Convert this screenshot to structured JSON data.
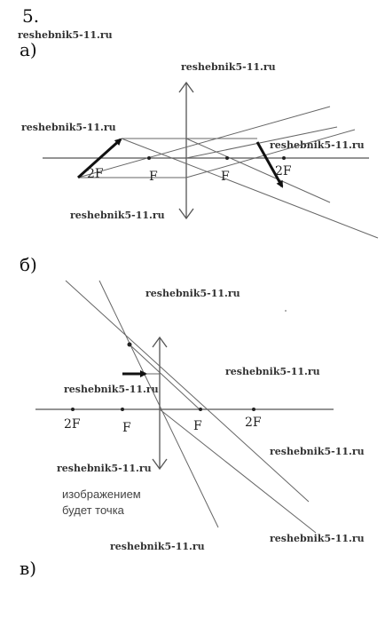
{
  "problem_number": "5.",
  "parts": {
    "a": {
      "label": "а)",
      "f_left": "F",
      "twof_left": "2F",
      "f_right": "F",
      "twof_right": "2F"
    },
    "b": {
      "label": "б)",
      "twof_left": "2F",
      "f_left": "F",
      "f_right": "F",
      "twof_right": "2F",
      "note_line1": "изображением",
      "note_line2": "будет точка"
    },
    "c": {
      "label": "в)"
    }
  },
  "watermark": "reshebnik5-11.ru",
  "colors": {
    "ink": "#222222",
    "line": "#555555"
  }
}
